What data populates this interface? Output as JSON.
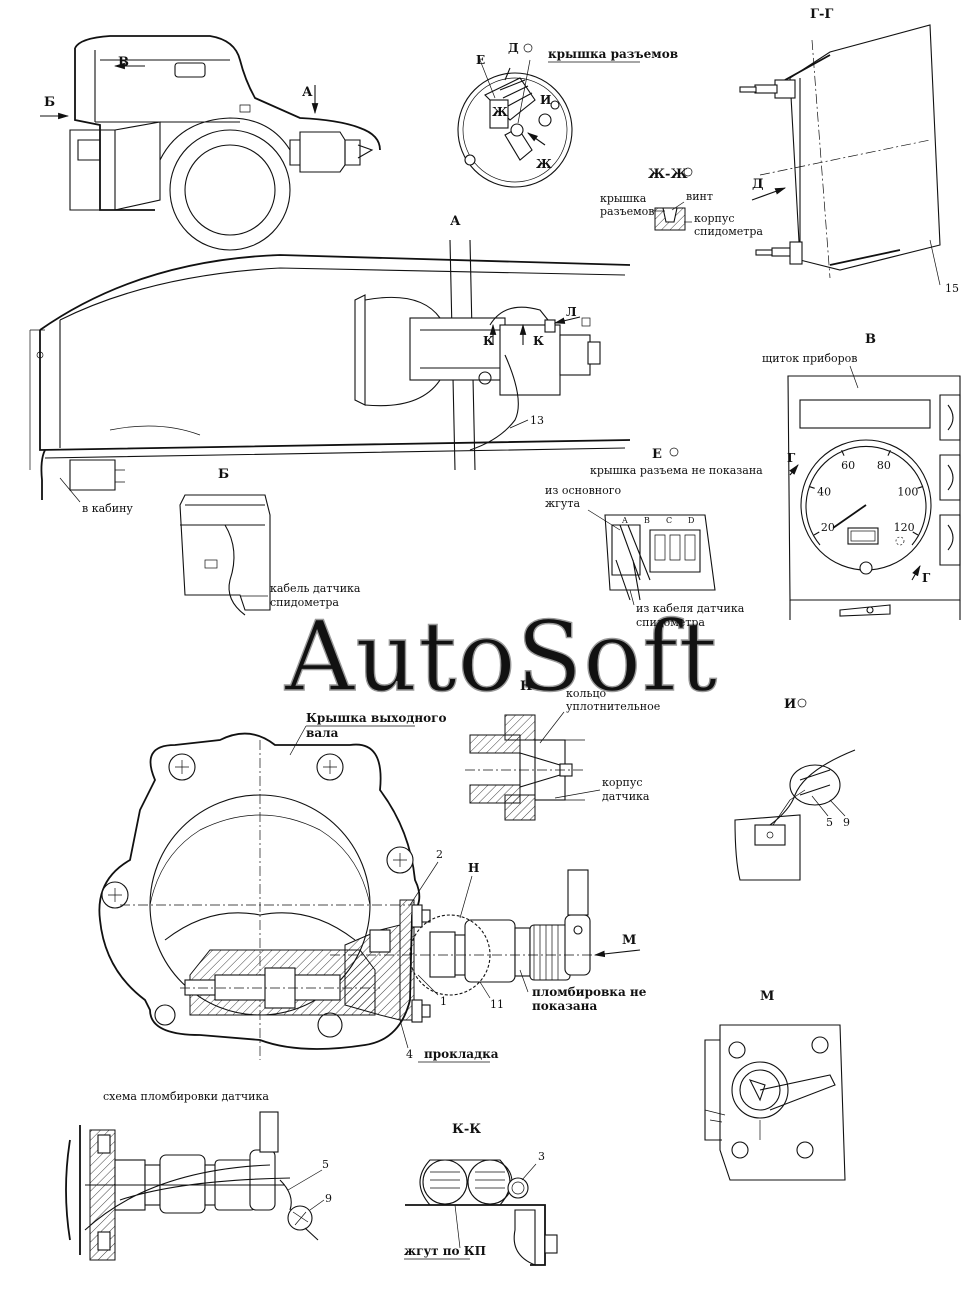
{
  "watermark": "AutoSoft",
  "sections": {
    "A_top": "А",
    "A_view": "А",
    "B": "Б",
    "V_arrow": "В",
    "B_arrow": "Б",
    "V_view": "В",
    "GG": "Г-Г",
    "ZhZh": "Ж-Ж",
    "E": "Е",
    "I": "И",
    "N": "Н",
    "M": "М",
    "M_arrow": "М",
    "KK": "К-К",
    "D_arrow": "Д",
    "G_mark1": "Г",
    "G_mark2": "Г"
  },
  "labels": {
    "cover_connectors": "крышка разъемов",
    "e_mark": "Е",
    "d_mark": "Д",
    "zh_mark1": "Ж",
    "zh_mark2": "Ж",
    "i_mark": "И",
    "cover_connectors2a": "крышка",
    "cover_connectors2b": "разъемов",
    "screw": "винт",
    "body_speedo_a": "корпус",
    "body_speedo_b": "спидометра",
    "n15": "15",
    "to_cabin": "в кабину",
    "n13": "13",
    "k1": "К",
    "k2": "К",
    "l_mark": "Л",
    "panel": "щиток приборов",
    "sensor_cable_a": "кабель датчика",
    "sensor_cable_b": "спидометра",
    "cover_not_shown": "крышка разъема не показана",
    "from_main_a": "из основного",
    "from_main_b": "жгута",
    "from_sensor_a": "из кабеля датчика",
    "from_sensor_b": "спидометра",
    "ring_a": "кольцо",
    "ring_b": "уплотнительное",
    "sensor_body_a": "корпус",
    "sensor_body_b": "датчика",
    "output_cover_a": "Крышка выходного",
    "output_cover_b": "вала",
    "n2": "2",
    "n1": "1",
    "n4": "4",
    "n11": "11",
    "gasket": "прокладка",
    "seal_not_shown_a": "пломбировка не",
    "seal_not_shown_b": "показана",
    "seal_scheme": "схема пломбировки датчика",
    "n5a": "5",
    "n9a": "9",
    "n5b": "5",
    "n9b": "9",
    "n3": "3",
    "harness_gearbox": "жгут по КП",
    "conn_cols": [
      "A",
      "B",
      "C",
      "D"
    ]
  },
  "gauge": {
    "ticks": [
      "20",
      "40",
      "60",
      "80",
      "100",
      "120"
    ],
    "reading": 18
  }
}
